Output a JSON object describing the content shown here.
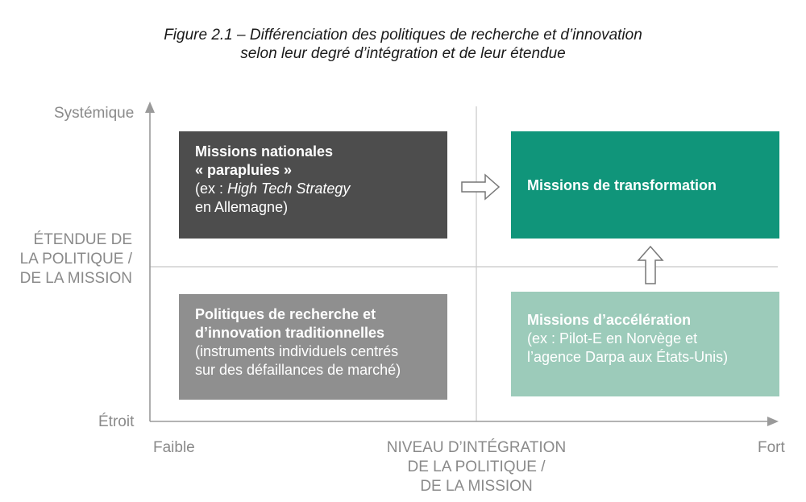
{
  "title": {
    "line1": "Figure 2.1 – Différenciation des politiques de recherche et d’innovation",
    "line2": "selon leur degré d’intégration et de leur étendue"
  },
  "y_axis": {
    "top_label": "Systémique",
    "bottom_label": "Étroit",
    "title_lines": [
      "ÉTENDUE DE",
      "LA POLITIQUE /",
      "DE LA MISSION"
    ]
  },
  "x_axis": {
    "left_label": "Faible",
    "right_label": "Fort",
    "title_lines": [
      "NIVEAU D’INTÉGRATION",
      "DE LA POLITIQUE /",
      "DE LA MISSION"
    ]
  },
  "quadrants": {
    "umbrella": {
      "heading_lines": [
        "Missions nationales",
        "« parapluies »"
      ],
      "sub_prefix": "(ex : ",
      "sub_italic": "High Tech Strategy",
      "sub_line2": "en Allemagne)"
    },
    "transformation": {
      "heading": "Missions de transformation"
    },
    "traditional": {
      "heading_lines": [
        "Politiques de recherche et",
        "d’innovation traditionnelles"
      ],
      "sub_lines": [
        "(instruments individuels centrés",
        "sur des défaillances de marché)"
      ]
    },
    "acceleration": {
      "heading": "Missions d’accélération",
      "sub_lines": [
        "(ex : Pilot-E en Norvège et",
        "l’agence Darpa aux États-Unis)"
      ]
    }
  },
  "colors": {
    "umbrella": "#4d4d4d",
    "transformation": "#10957a",
    "traditional": "#8f8f8f",
    "acceleration": "#9ccbba",
    "axis": "#9a9a9a",
    "divider": "#c8c8c8"
  }
}
